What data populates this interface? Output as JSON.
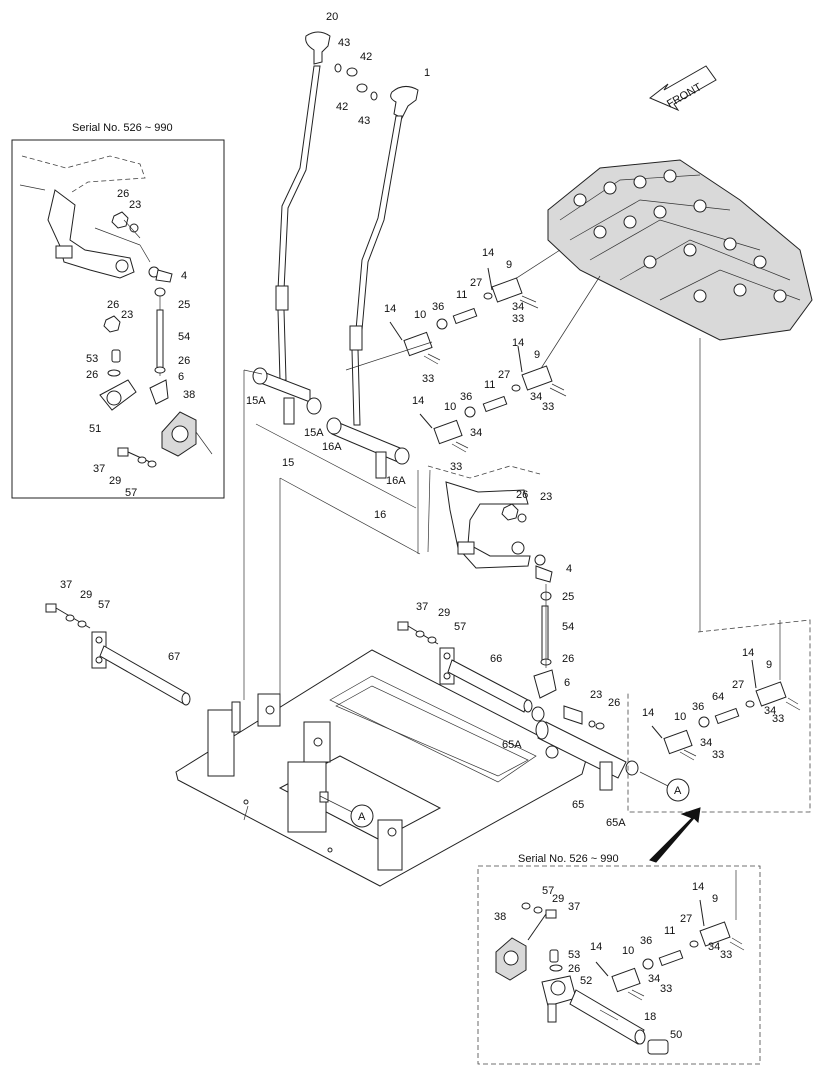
{
  "diagram": {
    "front_label": "FRONT",
    "inset_top_caption": "Serial No. 526 ~ 990",
    "inset_bottom_caption": "Serial No. 526 ~ 990",
    "callout_a_main": "A",
    "callout_a_right": "A",
    "labels_main": [
      "20",
      "43",
      "42",
      "42",
      "43",
      "1",
      "14",
      "9",
      "27",
      "11",
      "36",
      "10",
      "14",
      "34",
      "33",
      "33",
      "14",
      "9",
      "27",
      "11",
      "36",
      "34",
      "33",
      "10",
      "14",
      "34",
      "33",
      "15A",
      "15",
      "15A",
      "16A",
      "16A",
      "16",
      "26",
      "23",
      "4",
      "25",
      "54",
      "26",
      "6",
      "23",
      "26",
      "37",
      "29",
      "57",
      "66",
      "67",
      "37",
      "29",
      "57",
      "65A",
      "65",
      "65A",
      "14",
      "9",
      "27",
      "64",
      "36",
      "10",
      "34",
      "33",
      "14",
      "34",
      "33"
    ],
    "labels_inset_top": [
      "26",
      "23",
      "4",
      "26",
      "23",
      "25",
      "54",
      "53",
      "26",
      "26",
      "6",
      "38",
      "51",
      "37",
      "29",
      "57"
    ],
    "labels_inset_bottom": [
      "57",
      "29",
      "37",
      "38",
      "14",
      "9",
      "27",
      "11",
      "36",
      "14",
      "10",
      "53",
      "26",
      "52",
      "34",
      "33",
      "34",
      "33",
      "18",
      "50"
    ]
  }
}
